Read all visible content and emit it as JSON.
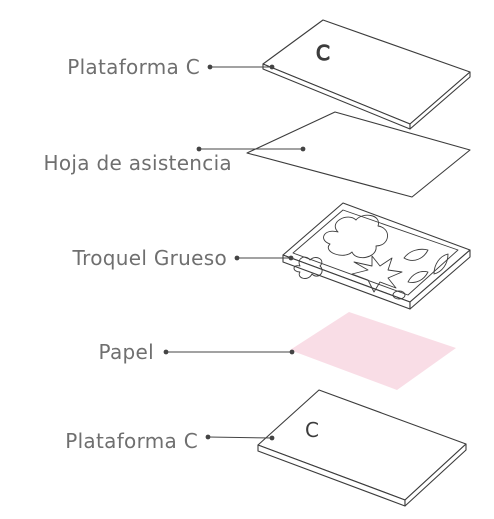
{
  "colors": {
    "label": "#6f6f6f",
    "outline": "#3c3c3c",
    "leader": "#444444",
    "paper_fill": "#f9dde6",
    "sheet_fill": "#ffffff"
  },
  "layers": [
    {
      "label": "Plataforma C",
      "mark": "C",
      "type": "plate"
    },
    {
      "label": "Hoja de asistencia",
      "type": "sheet"
    },
    {
      "label": "Troquel Grueso",
      "type": "die"
    },
    {
      "label": "Papel",
      "type": "paper"
    },
    {
      "label": "Plataforma C",
      "mark": "C",
      "type": "plate"
    }
  ]
}
